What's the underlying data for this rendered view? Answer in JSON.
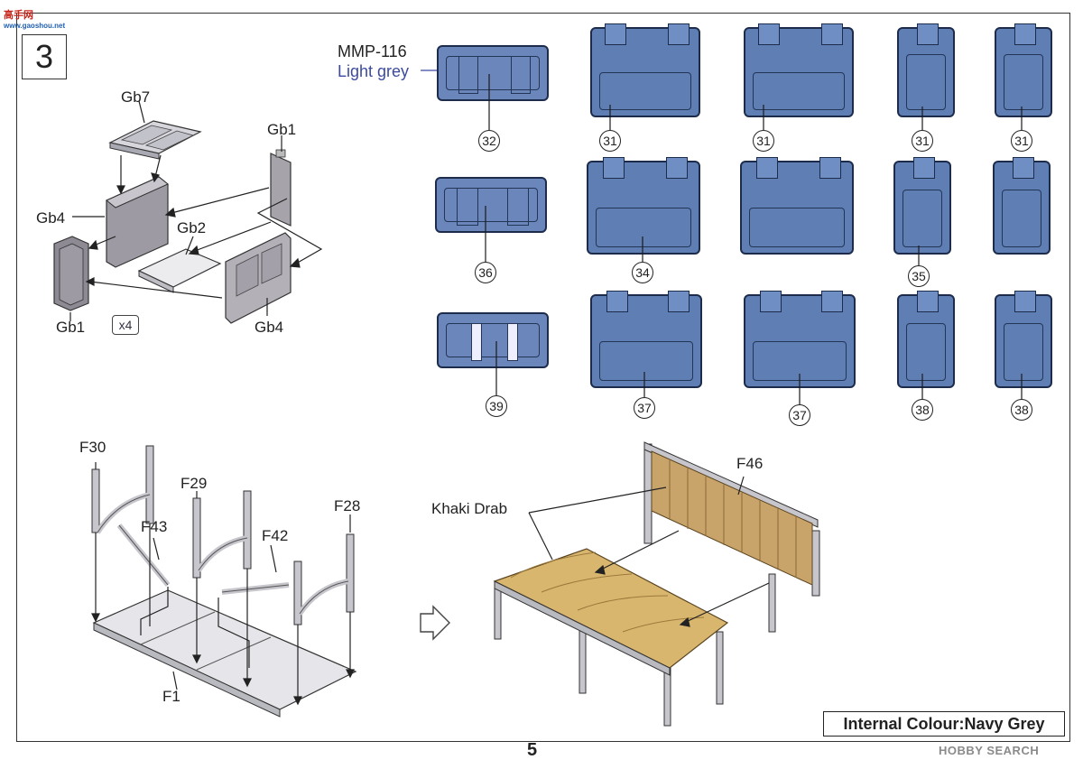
{
  "step_number": "3",
  "logo": {
    "top": "高手网",
    "sub": "www.gaoshou.net",
    "bottom": "HOBBY SEARCH"
  },
  "box_assembly": {
    "labels": {
      "gb7": "Gb7",
      "gb1_right": "Gb1",
      "gb4_left": "Gb4",
      "gb2": "Gb2",
      "gb1_left": "Gb1",
      "gb4_right": "Gb4"
    },
    "multiplier": "x4"
  },
  "paint_callout": {
    "code": "MMP-116",
    "color": "Light grey"
  },
  "crates": {
    "row1": [
      "32",
      "31",
      "31",
      "31",
      "31"
    ],
    "row2": [
      "36",
      "34",
      "35"
    ],
    "row3": [
      "39",
      "37",
      "37",
      "38",
      "38"
    ]
  },
  "bench_assembly": {
    "labels": {
      "f30": "F30",
      "f29": "F29",
      "f43": "F43",
      "f42": "F42",
      "f28": "F28",
      "f1": "F1",
      "f46": "F46"
    },
    "paint_note": "Khaki Drab"
  },
  "internal_colour": "Internal Colour:Navy Grey",
  "page_number": "5",
  "colors": {
    "crate": "#5e7eb4",
    "khaki": "#d9b66e",
    "part_grey": "#b9b9c0"
  }
}
